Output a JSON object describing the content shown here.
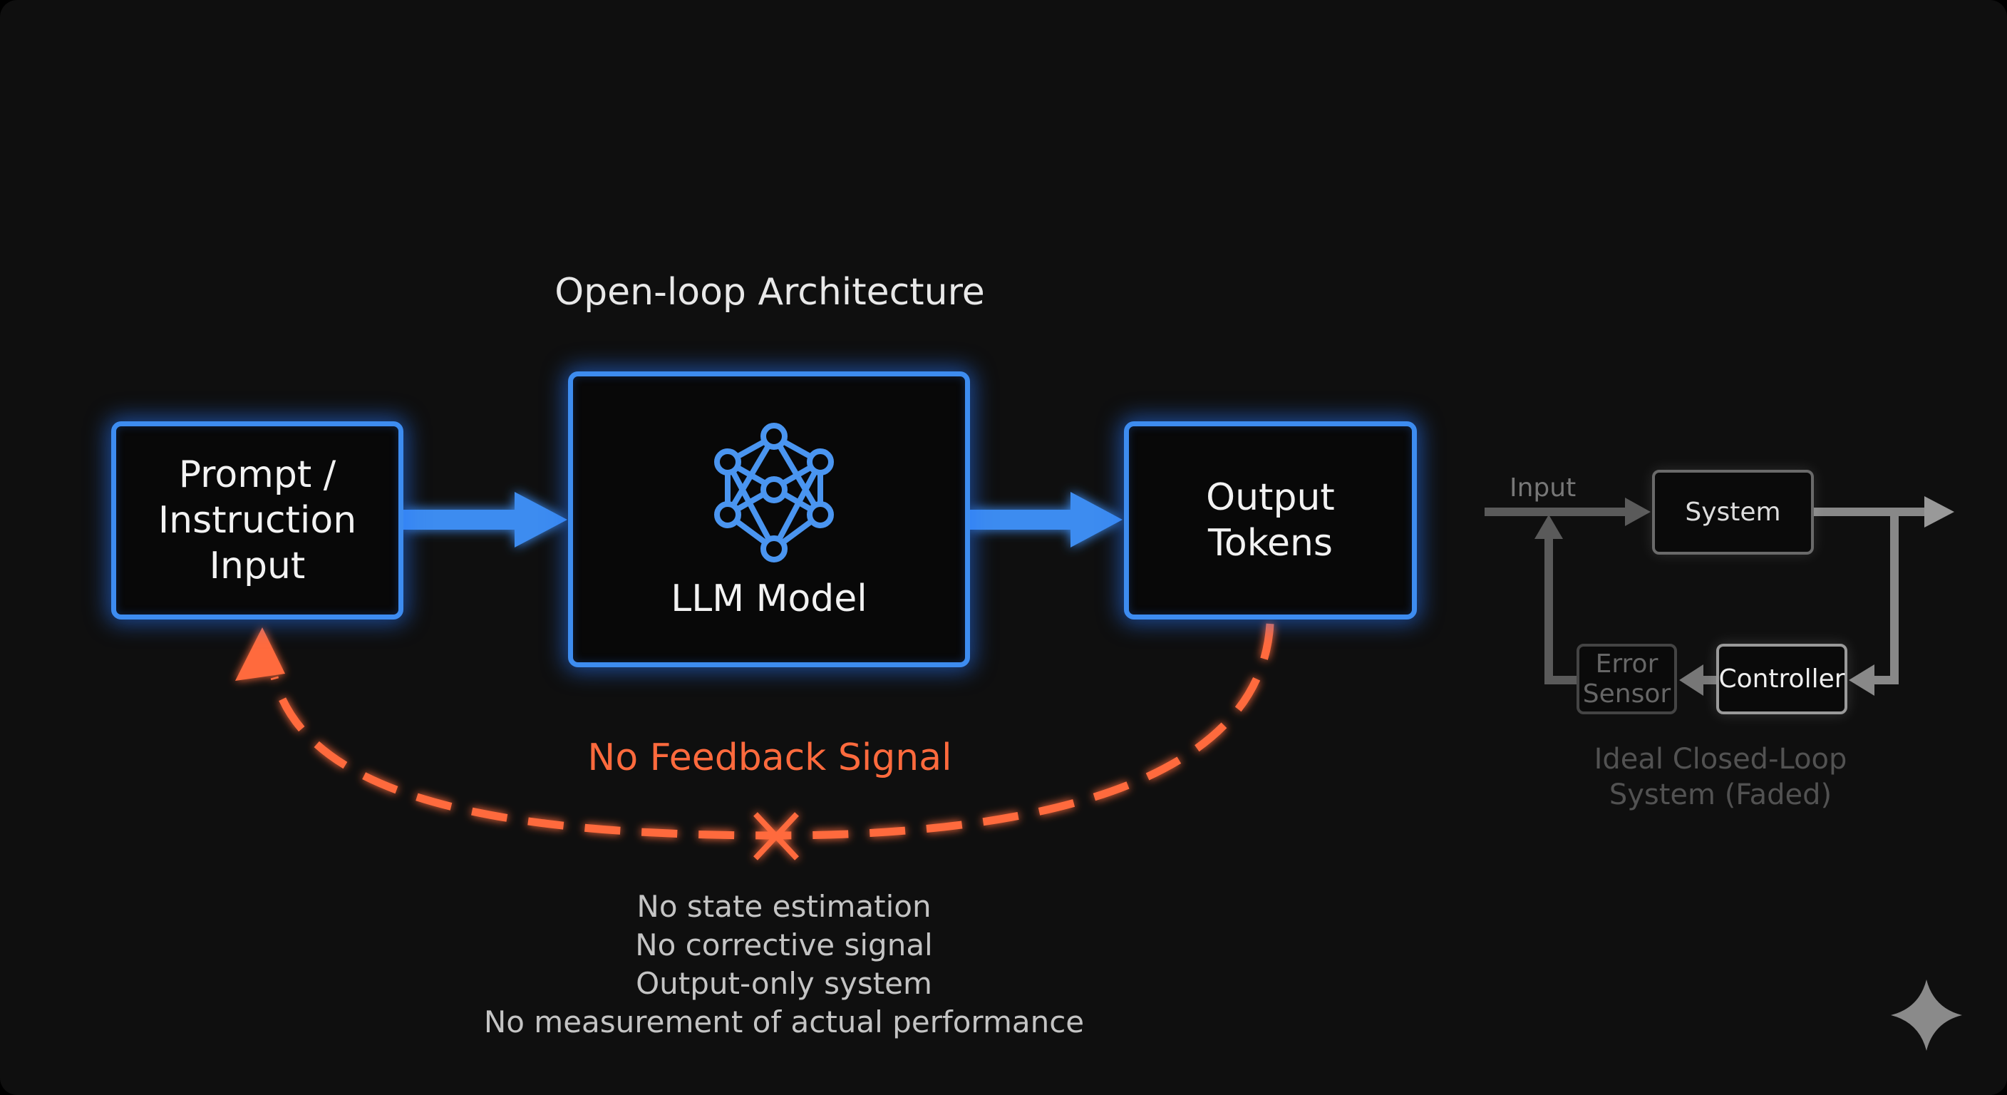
{
  "main": {
    "title": "Open-loop Architecture",
    "boxes": {
      "input": [
        "Prompt /",
        "Instruction",
        "Input"
      ],
      "model": "LLM Model",
      "output": [
        "Output",
        "Tokens"
      ]
    },
    "feedback_label": "No Feedback Signal",
    "notes": [
      "No state estimation",
      "No corrective signal",
      "Output-only system",
      "No measurement of actual performance"
    ]
  },
  "closed_loop": {
    "input_label": "Input",
    "system": "System",
    "controller": "Controller",
    "error_sensor": [
      "Error",
      "Sensor"
    ],
    "caption": [
      "Ideal Closed-Loop",
      "System (Faded)"
    ]
  },
  "colors": {
    "accent_blue": "#3d8cf0",
    "warning_orange": "#ff6a3d",
    "background": "#0f0f0f"
  },
  "icons": [
    "neural-network-icon",
    "x-mark-icon",
    "sparkle-star-icon"
  ]
}
